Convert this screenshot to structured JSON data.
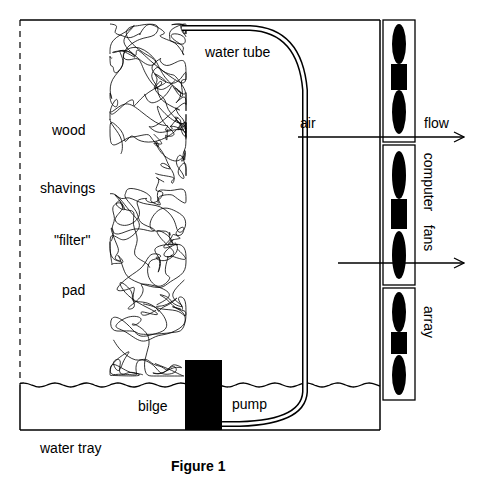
{
  "diagram": {
    "caption": "Figure 1",
    "labels": [
      "wood",
      "shavings",
      "\"filter\"",
      "pad",
      "water tube",
      "air",
      "flow",
      "computer",
      "fans",
      "array",
      "bilge",
      "pump",
      "water tray"
    ]
  }
}
